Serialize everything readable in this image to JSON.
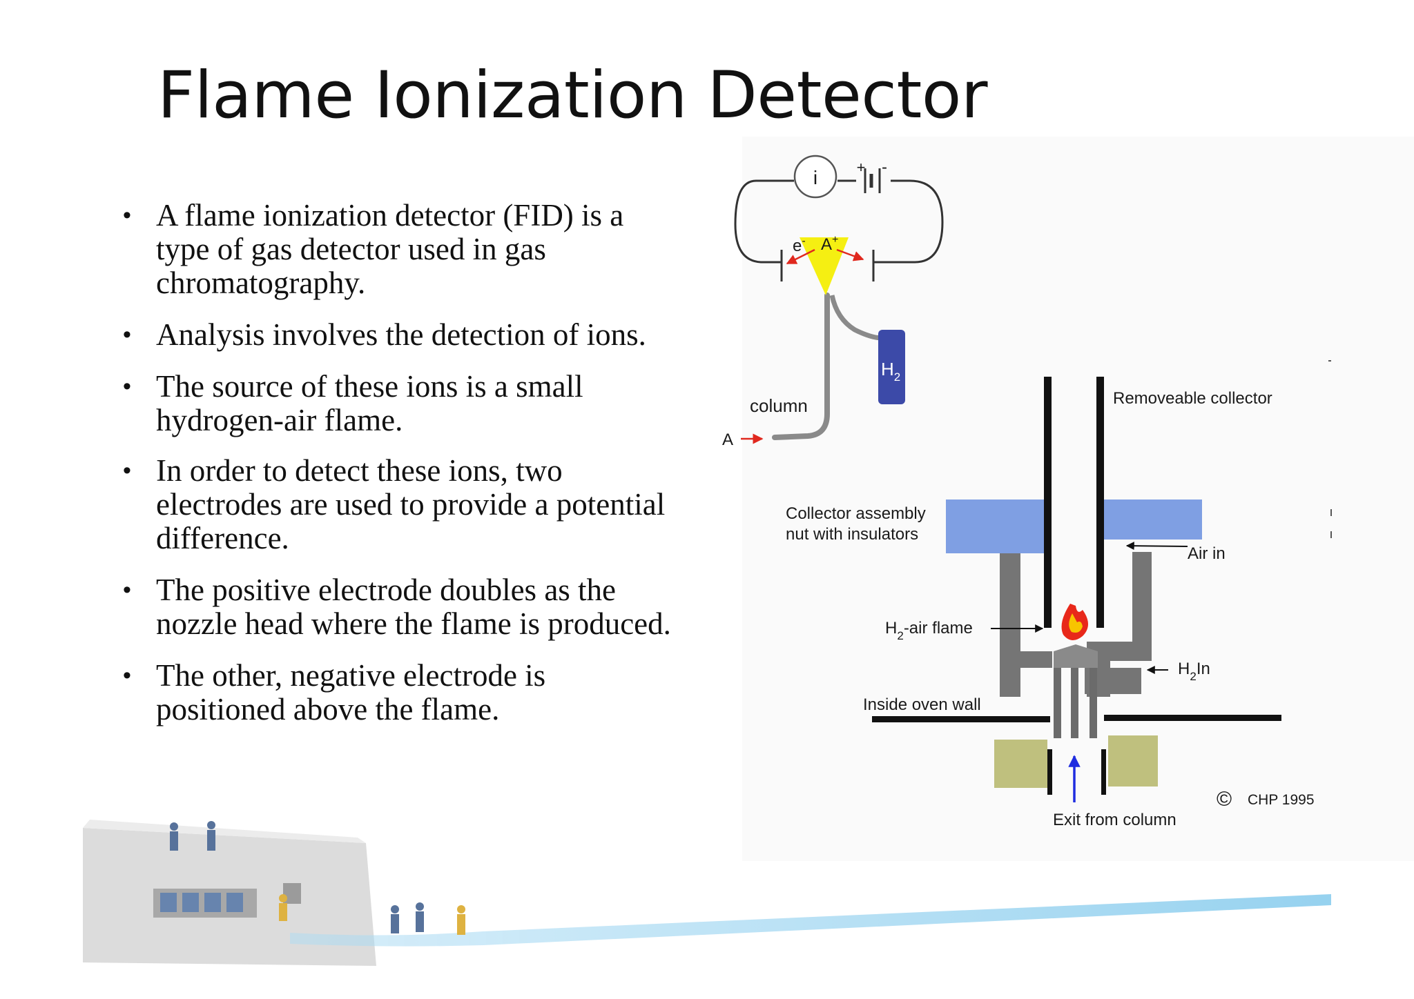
{
  "slide": {
    "title": "Flame Ionization Detector",
    "bullets": [
      "A flame ionization detector (FID) is a\ntype of gas detector used in gas\nchromatography.",
      "Analysis involves the detection of ions.",
      "The source of these ions is a small\nhydrogen-air flame.",
      "In order to detect these ions, two\nelectrodes are used to provide a potential\ndifference.",
      "The positive electrode doubles as the\nnozzle head where the flame is produced.",
      "The other, negative electrode is\npositioned above the flame."
    ],
    "bullet_symbol": "•"
  },
  "circuit_diagram": {
    "meter_label": "i",
    "battery_plus": "+",
    "battery_minus": "-",
    "electron_label": "e",
    "electron_sup": "-",
    "ion_label": "A",
    "ion_sup": "+",
    "h2_label": "H",
    "h2_sub": "2",
    "column_label": "column",
    "analyte_label": "A"
  },
  "detector_diagram": {
    "removeable_collector": "Removeable collector",
    "collector_assembly_1": "Collector assembly",
    "collector_assembly_2": "nut with insulators",
    "air_in": "Air in",
    "flame_h": "H",
    "flame_sub": "2",
    "flame_rest": "-air flame",
    "h2_in_h": "H",
    "h2_in_sub": "2",
    "h2_in_rest": "In",
    "oven_wall": "Inside oven wall",
    "exit_from_column": "Exit from column",
    "copyright_symbol": "©",
    "copyright_text": "CHP 1995"
  },
  "colors": {
    "flame_yellow": "#f5ef12",
    "h2_tank": "#3c4aa8",
    "insulator_blue": "#7f9fe3",
    "block_olive": "#bfc07e",
    "body_gray": "#757575",
    "cable_blue": "#5ab8e6",
    "arrow_red": "#e0281e",
    "arrow_blue": "#1f2de0"
  }
}
